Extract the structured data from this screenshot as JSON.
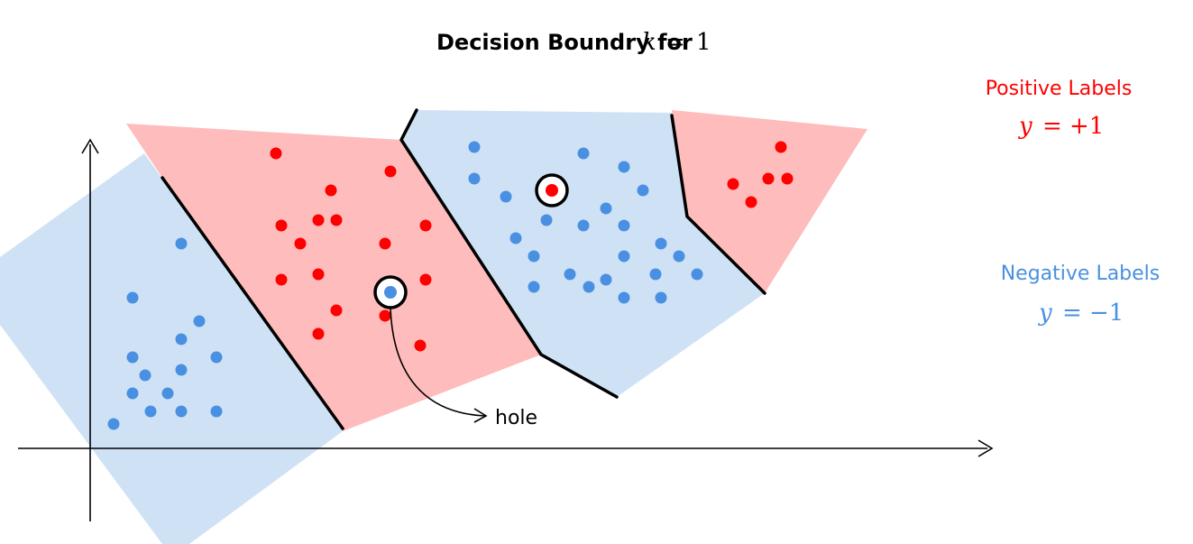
{
  "title": {
    "prefix": "Decision Boundry for",
    "variable": "k",
    "equals": "=",
    "value": "1"
  },
  "legend": {
    "positive": {
      "label": "Positive Labels",
      "var": "y",
      "equals": "=",
      "value": "+1",
      "color": "#ff0000"
    },
    "negative": {
      "label": "Negative Labels",
      "var": "y",
      "equals": "=",
      "value": "−1",
      "color": "#4a90e2"
    }
  },
  "annotation": {
    "text": "hole"
  },
  "colors": {
    "positive_point": "#ff0000",
    "negative_point": "#4a90e2",
    "positive_region": "#ffbcbc",
    "negative_region": "#cfe2f5",
    "boundary": "#000000",
    "axis": "#000000"
  },
  "regions": [
    {
      "label": "negative",
      "description": "left blue cell"
    },
    {
      "label": "positive",
      "description": "center-left red cell"
    },
    {
      "label": "negative",
      "description": "center-right blue cell"
    },
    {
      "label": "positive",
      "description": "right red cell"
    }
  ],
  "highlighted_points": [
    {
      "label": "negative",
      "role": "hole"
    },
    {
      "label": "positive",
      "role": "outlier"
    }
  ]
}
